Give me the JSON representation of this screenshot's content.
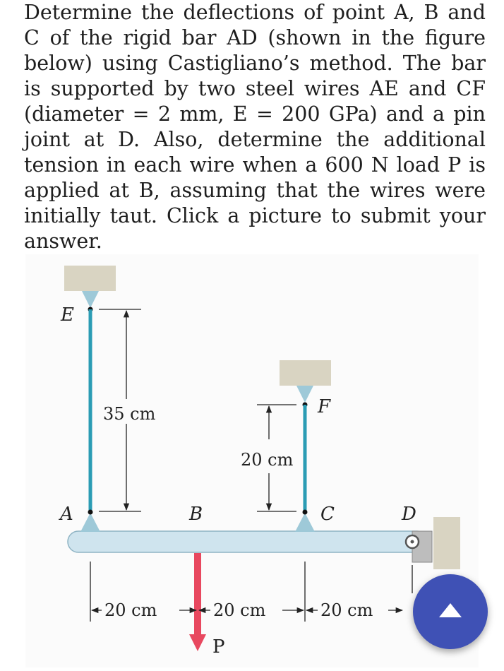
{
  "question": {
    "text": "Determine the deflections of point A, B and C of the rigid bar AD (shown in the figure below) using Castigliano’s method. The bar is supported by two steel wires AE and CF (diameter = 2 mm, E = 200 GPa) and a pin joint at D. Also, determine the additional tension in each wire when a 600 N load P is applied at B, assuming that the wires were initially taut. Click a picture to submit your answer."
  },
  "figure": {
    "labels": {
      "e": "E",
      "f": "F",
      "a": "A",
      "b": "B",
      "c": "C",
      "d": "D",
      "p": "P"
    },
    "dimensions": {
      "wire_ae": "35 cm",
      "wire_cf": "20 cm",
      "ab": "20 cm",
      "bc": "20 cm",
      "cd": "20 cm"
    },
    "colors": {
      "wire": "#2b9cb4",
      "bar": "#cfe4ee",
      "support": "#d9d4c2",
      "load": "#e8485f"
    }
  },
  "scroll_top_button": {
    "icon": "triangle-up-icon",
    "color": "#3f51b5"
  }
}
